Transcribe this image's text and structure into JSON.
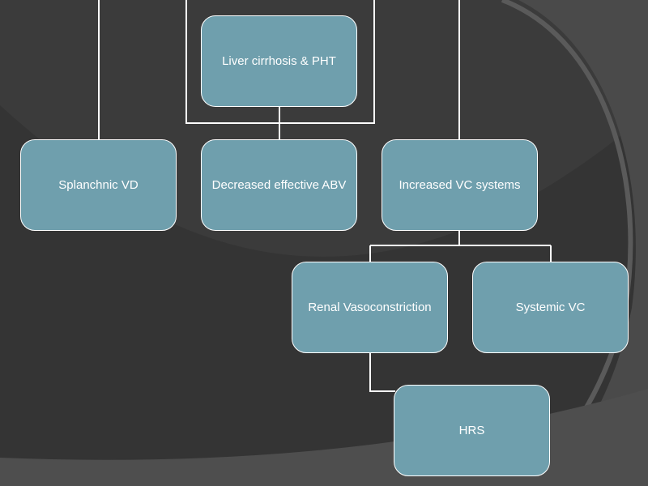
{
  "colors": {
    "background": "#3b3b3b",
    "background_dark": "#333333",
    "background_arc": "#555555",
    "node_fill": "#6f9fad",
    "node_border": "#ffffff",
    "connector": "#ffffff",
    "text": "#ffffff"
  },
  "nodes": {
    "liver": "Liver cirrhosis & PHT",
    "splanchnic": "Splanchnic VD",
    "abv": "Decreased effective ABV",
    "vc_systems": "Increased VC systems",
    "renal": "Renal Vasoconstriction",
    "systemic": "Systemic VC",
    "hrs": "HRS"
  }
}
